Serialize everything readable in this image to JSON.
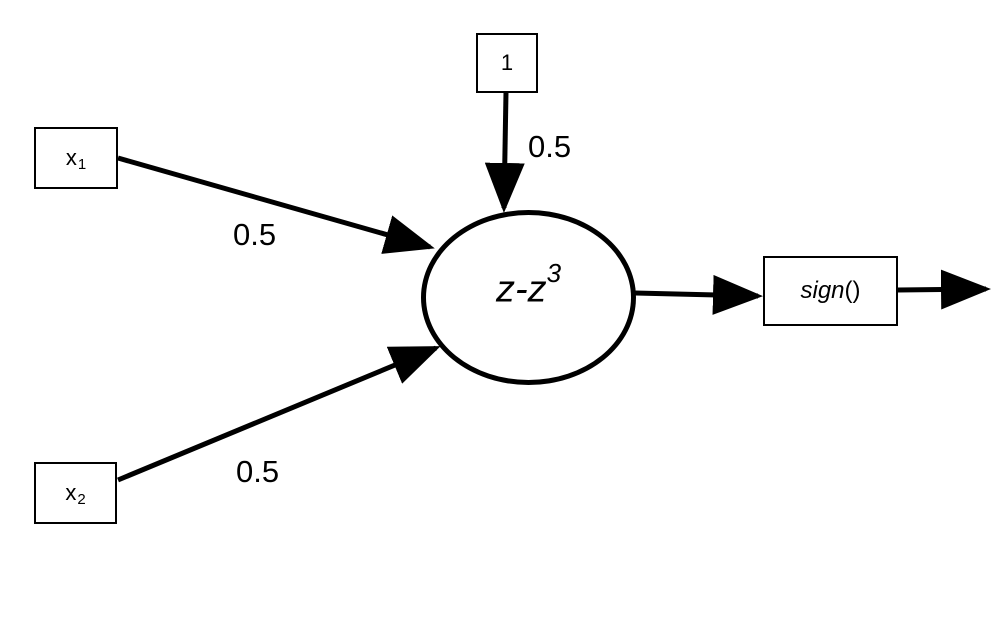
{
  "diagram": {
    "inputs": {
      "x1": {
        "base": "x",
        "subscript": "1"
      },
      "x2": {
        "base": "x",
        "subscript": "2"
      },
      "bias": "1"
    },
    "weights": {
      "x1": "0.5",
      "x2": "0.5",
      "bias": "0.5"
    },
    "neuron": {
      "expression": "z-z",
      "exponent": "3"
    },
    "output": {
      "function": "sign",
      "parens": "()"
    }
  }
}
